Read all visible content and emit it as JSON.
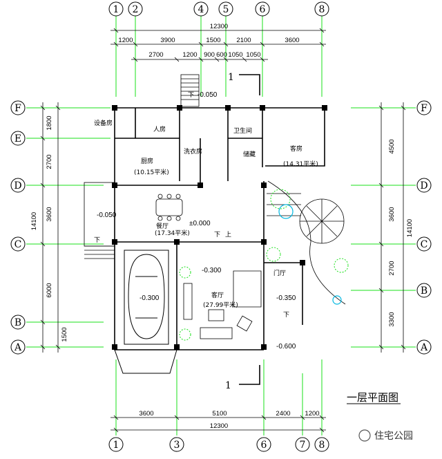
{
  "axes": {
    "top": [
      "1",
      "2",
      "4",
      "5",
      "6",
      "8"
    ],
    "bottom": [
      "1",
      "3",
      "6",
      "7",
      "8"
    ],
    "left": [
      "F",
      "E",
      "D",
      "C",
      "B",
      "A"
    ],
    "right": [
      "F",
      "D",
      "C",
      "B",
      "A"
    ]
  },
  "dims": {
    "top_total": "12300",
    "top_row1": [
      "1200",
      "3900",
      "1500",
      "2100",
      "3600"
    ],
    "top_row2": [
      "2700",
      "1200",
      "900",
      "600",
      "1050",
      "1050"
    ],
    "bottom_row": [
      "3600",
      "5100",
      "2400",
      "1200"
    ],
    "bottom_total": "12300",
    "left_col1": [
      "1800",
      "2700",
      "3600",
      "6000",
      "1500"
    ],
    "left_total": "14100",
    "right_col1": [
      "4500",
      "3600",
      "2700",
      "3300"
    ],
    "right_total": "14100"
  },
  "rooms": {
    "storage": "设备房",
    "bed_small": "人房",
    "kitchen": "厨房",
    "kitchen_area": "(10.15平米)",
    "laundry": "洗衣房",
    "wc": "卫生间",
    "wc2": "储藏",
    "bedroom": "客房",
    "bedroom_area": "(14.31平米)",
    "dining": "餐厅",
    "dining_area": "(17.34平米)",
    "living": "客厅",
    "living_area": "(27.99平米)",
    "foyer": "门厅",
    "down1": "下",
    "down2": "下",
    "up": "上",
    "down3": "下",
    "down4": "下"
  },
  "levels": {
    "entry_top": "-0.050",
    "terrace_left": "-0.050",
    "dining_floor": "±0.000",
    "living": "-0.300",
    "garage": "-0.300",
    "foyer": "-0.350",
    "porch": "-0.600"
  },
  "section_marks": [
    "1",
    "1"
  ],
  "title": "一层平面图",
  "watermark": "住宅公园"
}
